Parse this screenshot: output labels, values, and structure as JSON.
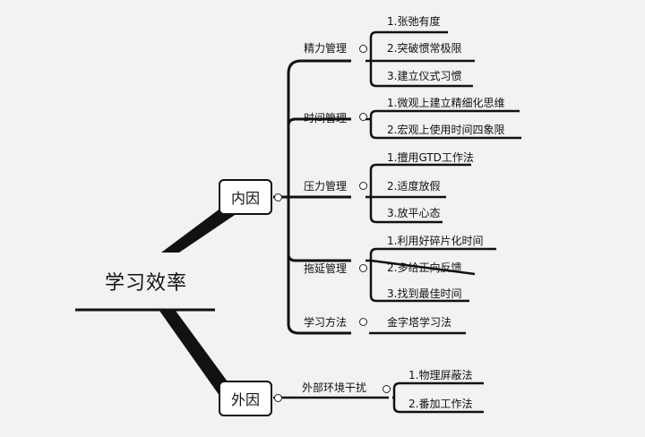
{
  "root": "学习效率",
  "branches": {
    "inner": {
      "label": "内因",
      "groups": [
        {
          "label": "精力管理",
          "items": [
            "1.张弛有度",
            "2.突破惯常极限",
            "3.建立仪式习惯"
          ]
        },
        {
          "label": "时间管理",
          "items": [
            "1.微观上建立精细化思维",
            "2.宏观上使用时间四象限"
          ]
        },
        {
          "label": "压力管理",
          "items": [
            "1.擅用GTD工作法",
            "2.适度放假",
            "3.放平心态"
          ]
        },
        {
          "label": "拖延管理",
          "items": [
            "1.利用好碎片化时间",
            "2.多给正向反馈",
            "3.找到最佳时间"
          ]
        },
        {
          "label": "学习方法",
          "items": [
            "金字塔学习法"
          ]
        }
      ]
    },
    "outer": {
      "label": "外因",
      "groups": [
        {
          "label": "外部环境干扰",
          "items": [
            "1.物理屏蔽法",
            "2.番加工作法"
          ]
        }
      ]
    }
  },
  "colors": {
    "line": "#111111",
    "background": "#f2f2f0",
    "node_fill": "#ffffff"
  }
}
